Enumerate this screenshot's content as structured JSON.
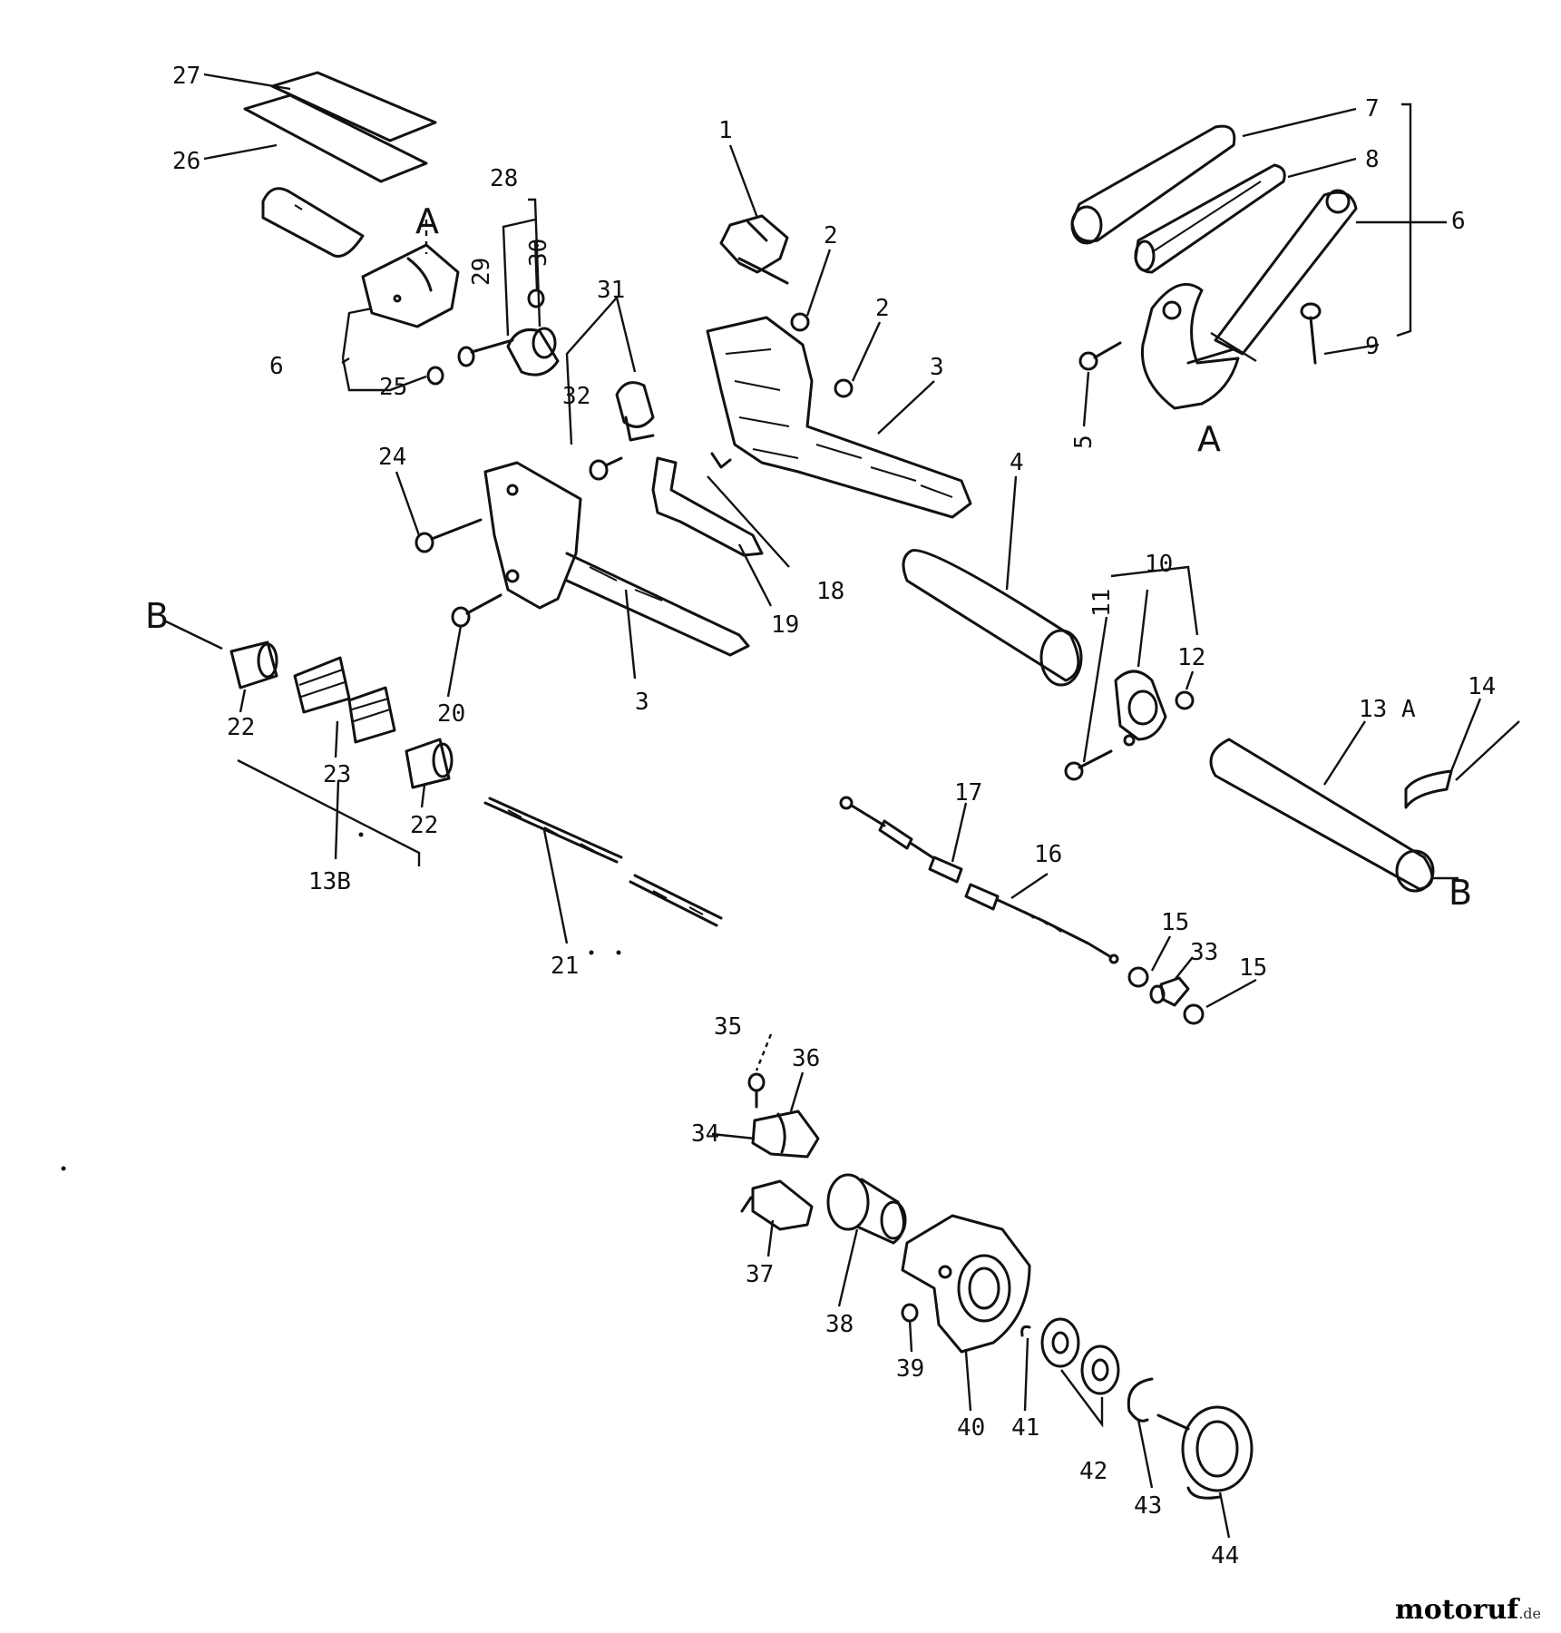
{
  "labels": {
    "p1": "1",
    "p2a": "2",
    "p2b": "2",
    "p3a": "3",
    "p3b": "3",
    "p4": "4",
    "p5": "5",
    "p6a": "6",
    "p6b": "6",
    "p7": "7",
    "p8": "8",
    "p9": "9",
    "p10": "10",
    "p11": "11",
    "p12": "12",
    "p13a": "13 A",
    "p13b": "13B",
    "p14": "14",
    "p15a": "15",
    "p15b": "15",
    "p16": "16",
    "p17": "17",
    "p18": "18",
    "p19": "19",
    "p20": "20",
    "p21": "21",
    "p22a": "22",
    "p22b": "22",
    "p23": "23",
    "p24": "24",
    "p25": "25",
    "p26": "26",
    "p27": "27",
    "p28": "28",
    "p29": "29",
    "p30": "30",
    "p31": "31",
    "p32": "32",
    "p33": "33",
    "p34": "34",
    "p35": "35",
    "p36": "36",
    "p37": "37",
    "p38": "38",
    "p39": "39",
    "p40": "40",
    "p41": "41",
    "p42": "42",
    "p43": "43",
    "p44": "44"
  },
  "refs": {
    "a1": "A",
    "a2": "A",
    "b1": "B",
    "b2": "B"
  },
  "watermark": {
    "brand": "motoruf",
    "tld": ".de"
  },
  "colors": {
    "ink": "#111111",
    "background": "#ffffff"
  }
}
